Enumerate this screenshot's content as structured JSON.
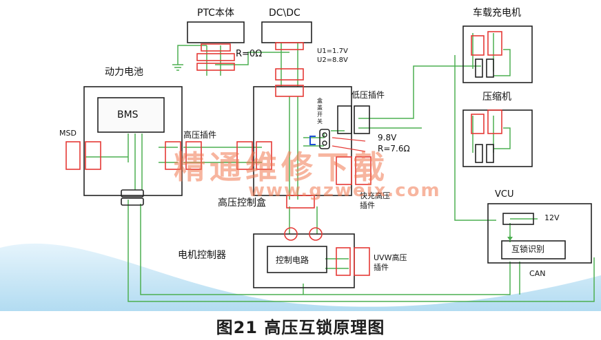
{
  "caption": "图21 高压互锁原理图",
  "labels": {
    "ptc": "PTC本体",
    "dcdc": "DC\\DC",
    "resistor_top": "R=0Ω",
    "u1": "U1=1.7V",
    "u2": "U2=8.8V",
    "battery": "动力电池",
    "bms": "BMS",
    "msd": "MSD",
    "hv_plug": "高压插件",
    "lv_plug": "低压插件",
    "lid_switch": "盒盖开关",
    "voltage_mid": "9.8V",
    "resistor_mid": "R=7.6Ω",
    "fast_charge": "快充高压插件",
    "hv_box": "高压控制盒",
    "charger": "车载充电机",
    "compressor": "压缩机",
    "vcu": "VCU",
    "v12": "12V",
    "interlock_id": "互锁识别",
    "can": "CAN",
    "motor_ctrl": "电机控制器",
    "ctrl_circuit": "控制电路",
    "uvw_plug": "UVW高压插件"
  },
  "watermark": {
    "cn": "精通维修下载",
    "url": "www.gzweix.com"
  },
  "colors": {
    "green_wire": "#4caf50",
    "red_plug": "#e53935",
    "frame": "#222222",
    "background_wave": "#9fd3ee"
  }
}
